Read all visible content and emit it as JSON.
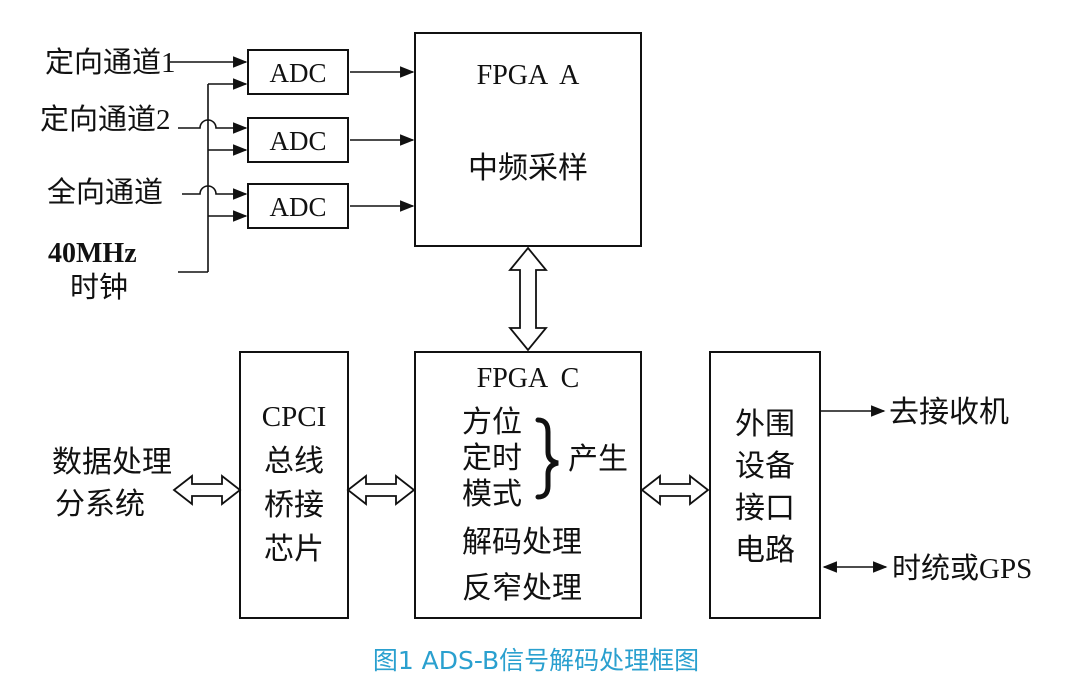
{
  "inputs": {
    "ch1": "定向通道1",
    "ch2": "定向通道2",
    "omni": "全向通道",
    "clock_line1": "40MHz",
    "clock_line2": "时钟"
  },
  "adc": {
    "label": "ADC"
  },
  "fpga_a": {
    "title": "FPGA  A",
    "subtitle": "中频采样"
  },
  "fpga_c": {
    "title": "FPGA  C",
    "items": [
      "方位",
      "定时",
      "模式"
    ],
    "generate": "产生",
    "decode": "解码处理",
    "anti_garble": "反窄处理"
  },
  "cpci": {
    "lines": [
      "CPCI",
      "总线",
      "桥接",
      "芯片"
    ]
  },
  "data_proc": {
    "lines": [
      "数据处理",
      "分系统"
    ]
  },
  "peripheral": {
    "lines": [
      "外围",
      "设备",
      "接口",
      "电路"
    ]
  },
  "outputs": {
    "receiver": "去接收机",
    "timing": "时统或GPS"
  },
  "caption": "图1 ADS-B信号解码处理框图",
  "colors": {
    "line": "#111111",
    "caption": "#2aa0cf",
    "background": "#ffffff"
  }
}
